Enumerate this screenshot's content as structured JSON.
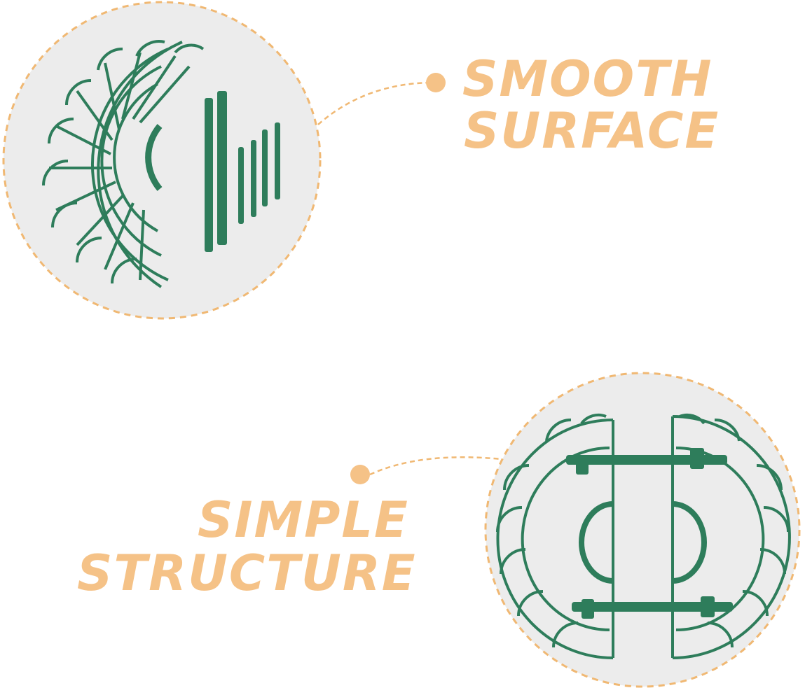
{
  "colors": {
    "accent": "#f5c287",
    "dot": "#f5c287",
    "circle_fill": "#ececec",
    "product_green": "#2e7d5b"
  },
  "features": [
    {
      "line1": "SMOOTH",
      "line2": "SURFACE"
    },
    {
      "line1": "SIMPLE",
      "line2": "STRUCTURE"
    }
  ]
}
